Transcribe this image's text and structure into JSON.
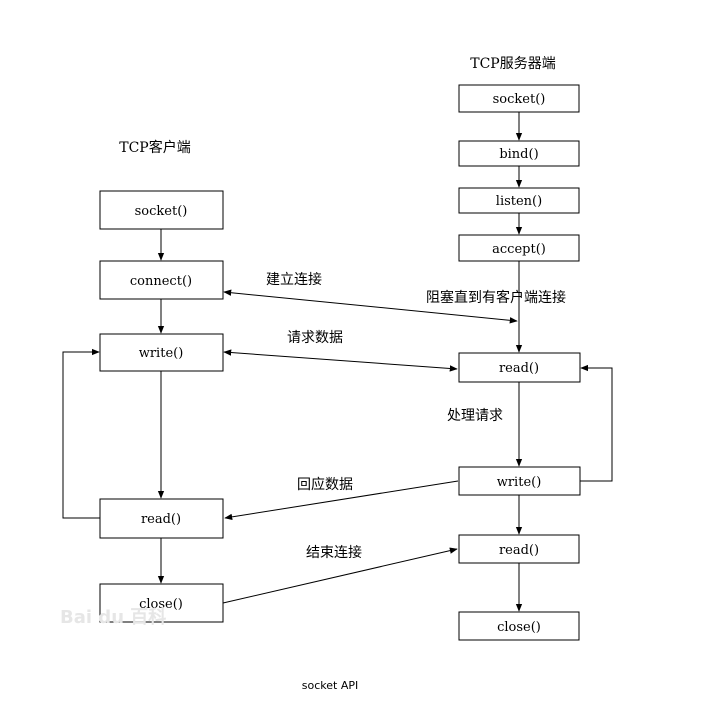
{
  "client": {
    "title": "TCP客户端",
    "boxes": {
      "socket": "socket()",
      "connect": "connect()",
      "write": "write()",
      "read": "read()",
      "close": "close()"
    }
  },
  "server": {
    "title": "TCP服务器端",
    "boxes": {
      "socket": "socket()",
      "bind": "bind()",
      "listen": "listen()",
      "accept": "accept()",
      "read1": "read()",
      "write": "write()",
      "read2": "read()",
      "close": "close()"
    }
  },
  "edges": {
    "connect": "建立连接",
    "request": "请求数据",
    "reply": "回应数据",
    "end": "结束连接",
    "block": "阻塞直到有客户端连接",
    "process": "处理请求"
  },
  "watermark": "Bai du 百科",
  "caption": "socket API"
}
